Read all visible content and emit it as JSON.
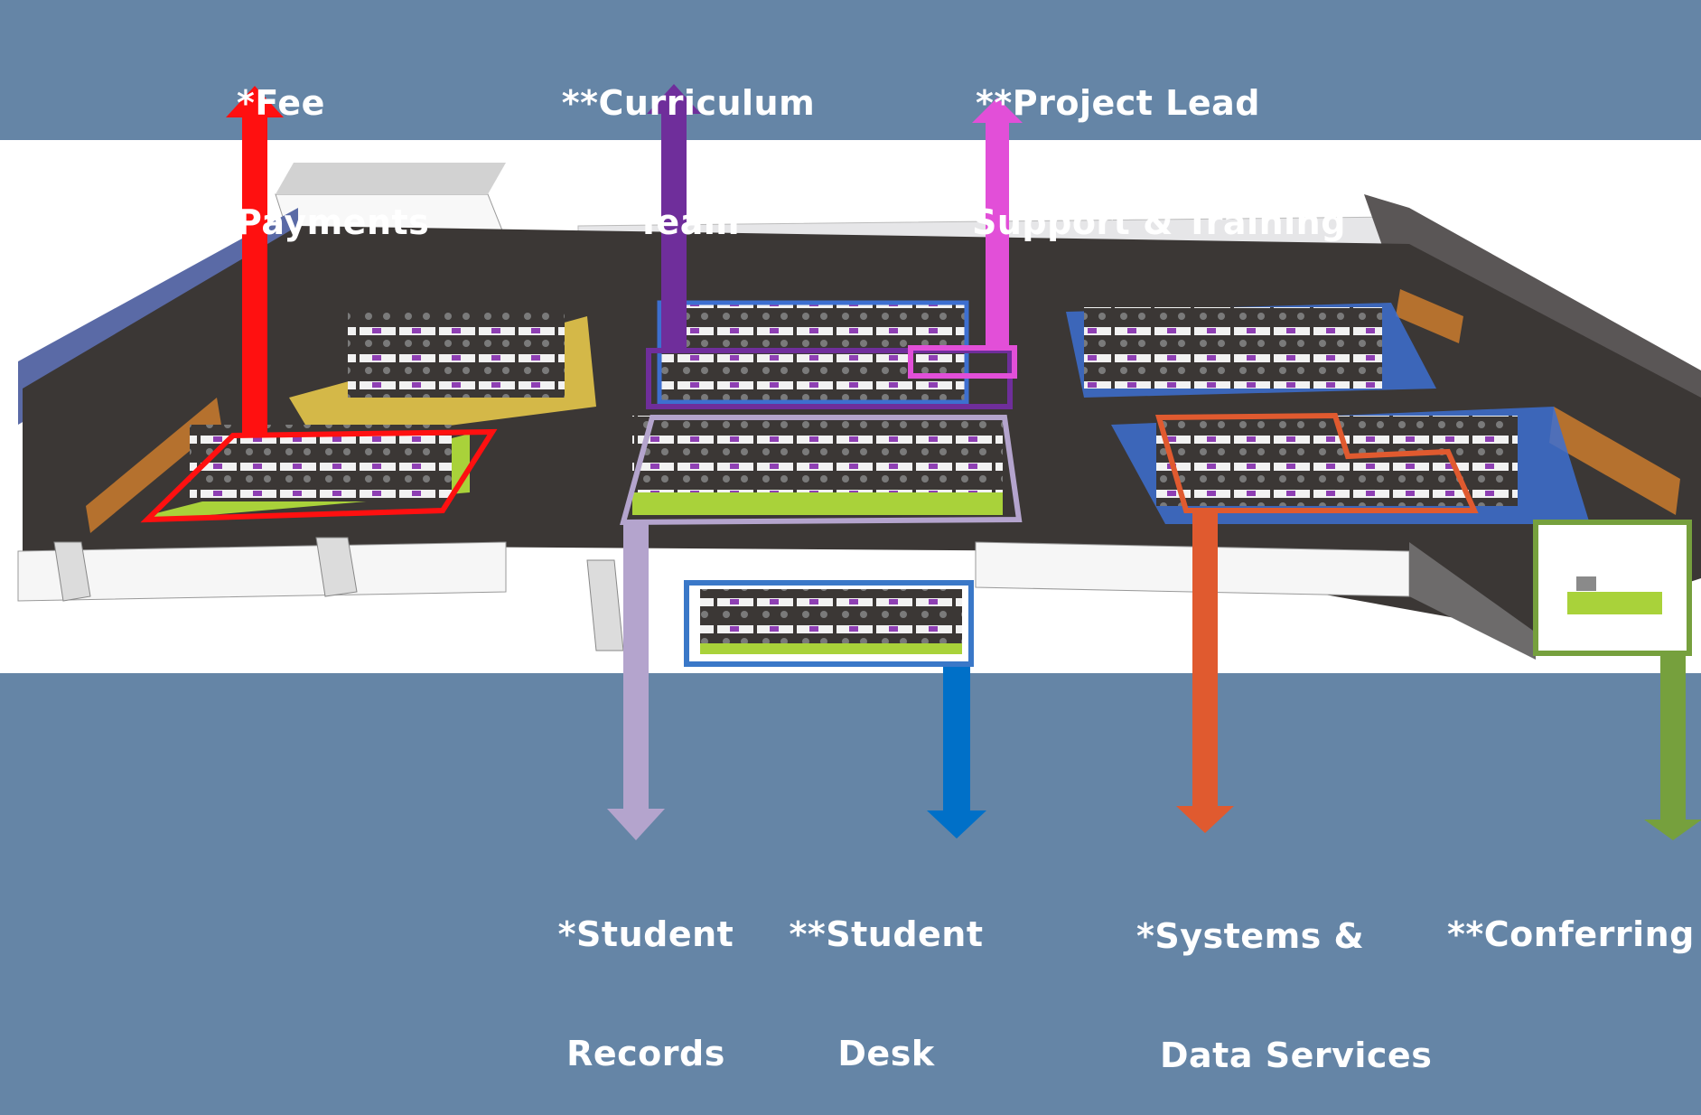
{
  "labels": {
    "fee_payments": {
      "line1": "*Fee",
      "line2": "Payments",
      "color": "#ff1010"
    },
    "curriculum_team": {
      "line1": "**Curriculum",
      "line2": "Team",
      "color": "#6f2e9b"
    },
    "project_lead": {
      "line1": "**Project Lead",
      "line2": "Support & Training",
      "color": "#e24fd8"
    },
    "student_records": {
      "line1": "*Student",
      "line2": "Records",
      "color": "#b4a4cd"
    },
    "student_desk": {
      "line1": "**Student",
      "line2": "Desk",
      "color": "#0070c8"
    },
    "systems_data": {
      "line1": "*Systems &",
      "line2": "Data Services",
      "color": "#e05a2f"
    },
    "conferring": {
      "line1": "**Conferring",
      "color": "#76a03d"
    }
  },
  "colors": {
    "background": "#6585a6",
    "floor": "#3b3735",
    "wall_white": "#f4f4f4",
    "desk_yellow": "#e9c84a",
    "desk_green": "#a9d23a",
    "desk_blue": "#3d6fd0"
  }
}
